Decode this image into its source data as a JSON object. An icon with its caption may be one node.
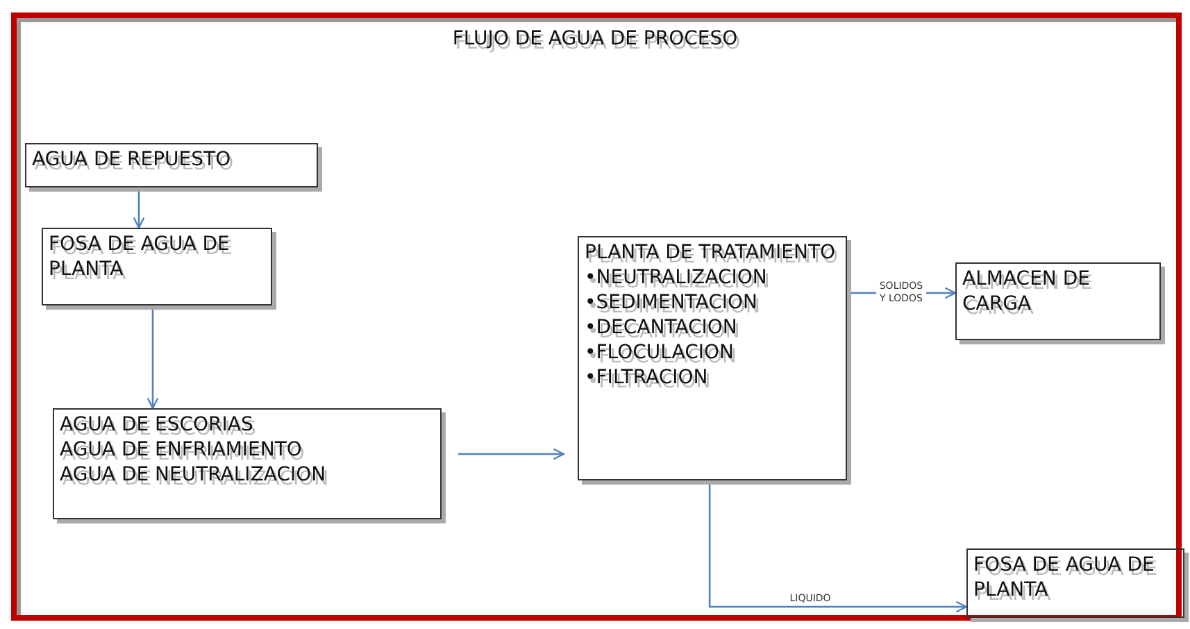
{
  "diagram": {
    "title": "FLUJO DE AGUA DE PROCESO",
    "nodes": [
      {
        "text": [
          "AGUA  DE REPUESTO"
        ]
      },
      {
        "text": [
          "FOSA  DE AGUA DE PLANTA"
        ]
      },
      {
        "text": [
          "AGUA DE ESCORIAS",
          "AGUA  DE  ENFRIAMIENTO",
          "AGUA  DE NEUTRALIZACION"
        ]
      },
      {
        "text": [
          "PLANTA  DE TRATAMIENTO",
          "•NEUTRALIZACION",
          "•SEDIMENTACION",
          "•DECANTACION",
          "•FLOCULACION",
          "•FILTRACION"
        ]
      },
      {
        "text": [
          "ALMACEN DE CARGA"
        ]
      },
      {
        "text": [
          "FOSA  DE AGUA DE PLANTA"
        ]
      }
    ],
    "edges": [
      {
        "from": 0,
        "to": 1,
        "arrow": "to"
      },
      {
        "from": 1,
        "to": 2,
        "arrow": "to"
      },
      {
        "from": 2,
        "to": 3,
        "arrow": "to"
      },
      {
        "from": 3,
        "to": 4,
        "arrow": "to",
        "label": "SOLIDOS Y LODOS"
      },
      {
        "from": 3,
        "to": 5,
        "arrow": "to",
        "label": "LIQUIDO"
      }
    ]
  }
}
